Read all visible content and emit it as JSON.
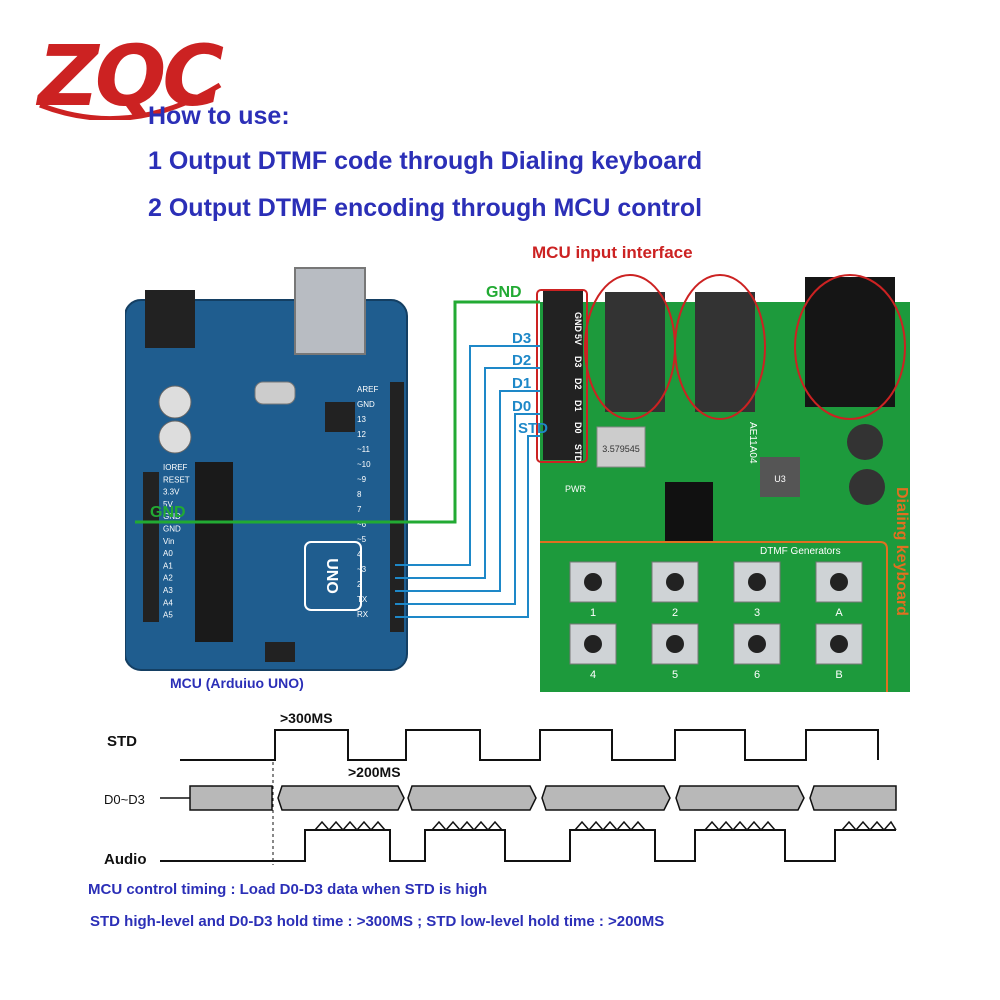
{
  "logo": {
    "text": "ZQC"
  },
  "headings": [
    "How to use:",
    "1 Output DTMF code through Dialing keyboard",
    "2 Output DTMF encoding through MCU control"
  ],
  "labels": {
    "mcu_input": "MCU input interface",
    "gnd": "GND",
    "d3": "D3",
    "d2": "D2",
    "d1": "D1",
    "d0": "D0",
    "std": "STD",
    "dialing_keyboard": "Dialing keyboard",
    "mcu_board": "MCU (Arduiuo UNO)",
    "uno_badge": "UNO",
    "dtmf_generators": "DTMF Generators",
    "module_id": "AE11A04",
    "pwr": "PWR",
    "crystal": "3.579545",
    "u3": "U3",
    "board_pins": [
      "GND",
      "5V",
      "D3",
      "D2",
      "D1",
      "D0",
      "STD"
    ],
    "arduino_left_pins": [
      "IOREF",
      "RESET",
      "3.3V",
      "5V",
      "GND",
      "GND",
      "Vin",
      "A0",
      "A1",
      "A2",
      "A3",
      "A4",
      "A5"
    ],
    "arduino_right_pins": [
      "AREF",
      "GND",
      "13",
      "12",
      "~11",
      "~10",
      "~9",
      "8",
      "7",
      "~6",
      "~5",
      "4",
      "~3",
      "2",
      "TX",
      "RX"
    ],
    "keypad": [
      "1",
      "2",
      "3",
      "A",
      "4",
      "5",
      "6",
      "B"
    ]
  },
  "timing": {
    "std_label": "STD",
    "data_label": "D0~D3",
    "audio_label": "Audio",
    "high_time": ">300MS",
    "low_time": ">200MS"
  },
  "notes": [
    "MCU control timing : Load D0-D3 data when STD is high",
    "STD high-level and D0-D3 hold time : >300MS ;  STD low-level hold time : >200MS"
  ],
  "colors": {
    "heading": "#2b2fb7",
    "logo": "#cc2222",
    "wire_blue": "#1e88c8",
    "wire_green": "#22aa33",
    "arduino_board": "#1f5d8f",
    "module_board": "#1d9a3c",
    "highlight_red": "#cc2222",
    "keyboard_box": "#e07020"
  }
}
